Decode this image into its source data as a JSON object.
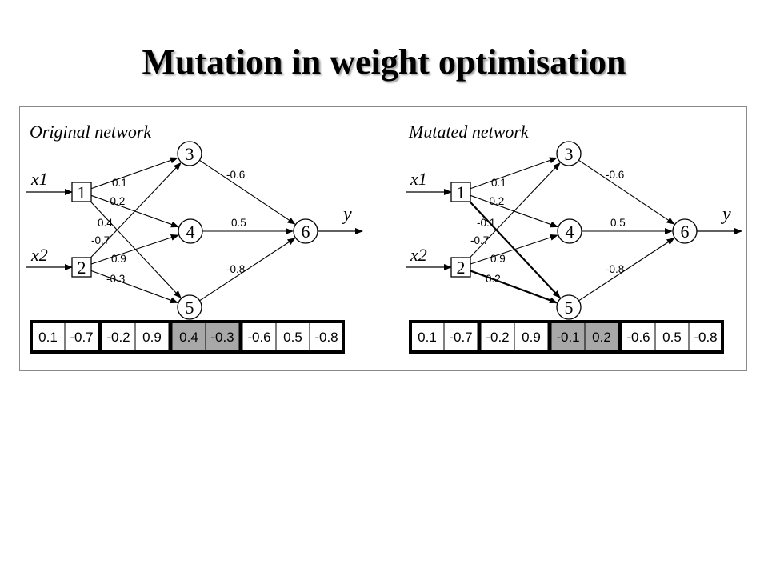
{
  "title": "Mutation in weight optimisation",
  "networks": [
    {
      "caption": "Original network",
      "inputs": [
        "x1",
        "x2"
      ],
      "output_label": "y",
      "nodes": [
        "1",
        "2",
        "3",
        "4",
        "5",
        "6"
      ],
      "weights": {
        "w13": "0.1",
        "w14": "-0.2",
        "w15": "0.4",
        "w23": "-0.7",
        "w24": "0.9",
        "w25": "-0.3",
        "w36": "-0.6",
        "w46": "0.5",
        "w56": "-0.8"
      },
      "chromosome": {
        "groups": [
          {
            "genes": [
              "0.1",
              "-0.7"
            ],
            "shaded": false
          },
          {
            "genes": [
              "-0.2",
              "0.9"
            ],
            "shaded": false
          },
          {
            "genes": [
              "0.4",
              "-0.3"
            ],
            "shaded": true
          },
          {
            "genes": [
              "-0.6",
              "0.5",
              "-0.8"
            ],
            "shaded": false
          }
        ]
      }
    },
    {
      "caption": "Mutated network",
      "inputs": [
        "x1",
        "x2"
      ],
      "output_label": "y",
      "nodes": [
        "1",
        "2",
        "3",
        "4",
        "5",
        "6"
      ],
      "weights": {
        "w13": "0.1",
        "w14": "-0.2",
        "w15": "-0.1",
        "w23": "-0.7",
        "w24": "0.9",
        "w25": "0.2",
        "w36": "-0.6",
        "w46": "0.5",
        "w56": "-0.8"
      },
      "mutated_links": [
        "w15",
        "w25"
      ],
      "chromosome": {
        "groups": [
          {
            "genes": [
              "0.1",
              "-0.7"
            ],
            "shaded": false
          },
          {
            "genes": [
              "-0.2",
              "0.9"
            ],
            "shaded": false
          },
          {
            "genes": [
              "-0.1",
              "0.2"
            ],
            "shaded": true
          },
          {
            "genes": [
              "-0.6",
              "0.5",
              "-0.8"
            ],
            "shaded": false
          }
        ]
      }
    }
  ],
  "colors": {
    "shaded_gene": "#a8a8a8",
    "chromosome_border": "#000000",
    "title_shadow": "#9a9a9a"
  }
}
